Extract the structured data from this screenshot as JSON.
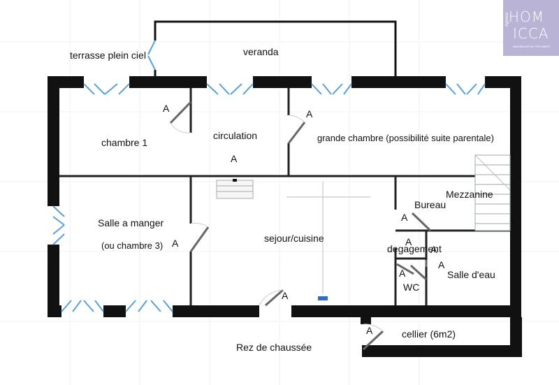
{
  "labels": {
    "terrasse": "terrasse plein ciel",
    "veranda": "veranda",
    "chambre1": "chambre 1",
    "circulation": "circulation",
    "grande_chambre": "grande chambre (possibilité suite parentale)",
    "mezzanine": "Mezzanine",
    "bureau": "Bureau",
    "salle_a_manger": "Salle a manger",
    "ou_chambre3": "(ou chambre 3)",
    "sejour": "sejour/cuisine",
    "degagement": "degagement",
    "salle_eau": "Salle d'eau",
    "wc": "WC",
    "cellier": "cellier (6m2)",
    "rez": "Rez de chaussée"
  },
  "door_mark": "A",
  "logo": {
    "line1": "HOM",
    "line2": "ICCA",
    "side": "Agence",
    "tagline": "IMMOBILIER DE PROXIMITÉ",
    "color": "#b9b3d6"
  },
  "colors": {
    "wall": "#111111",
    "window": "#5aa0d8",
    "door": "#666666"
  }
}
